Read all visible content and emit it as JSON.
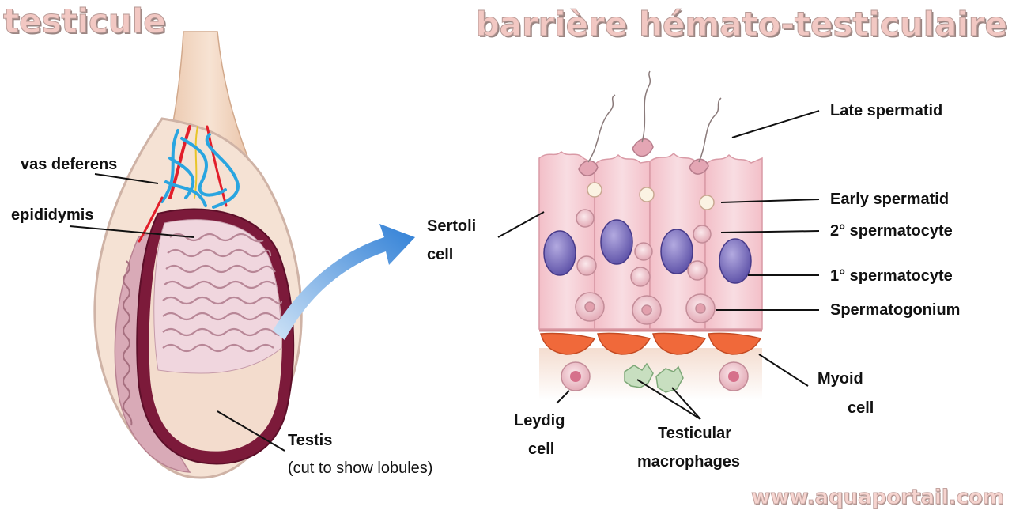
{
  "header": {
    "left_title": "testicule",
    "right_title": "barrière hémato-testiculaire"
  },
  "watermark": "www.aquaportail.com",
  "testis_labels": {
    "vas_deferens": "vas deferens",
    "epididymis": "epididymis",
    "testis": "Testis",
    "testis_note": "(cut to show lobules)"
  },
  "tissue_labels": {
    "late_spermatid": "Late spermatid",
    "sertoli_line1": "Sertoli",
    "sertoli_line2": "cell",
    "early_spermatid": "Early spermatid",
    "secondary_spermatocyte": "2° spermatocyte",
    "primary_spermatocyte": "1° spermatocyte",
    "spermatogonium": "Spermatogonium",
    "myoid_line1": "Myoid",
    "myoid_line2": "cell",
    "leydig_line1": "Leydig",
    "leydig_line2": "cell",
    "macrophage_line1": "Testicular",
    "macrophage_line2": "macrophages"
  },
  "colors": {
    "skin": "#f3d9c5",
    "tunica": "#7c1a3a",
    "lobule": "#f5e0e6",
    "tubule": "#c99aa9",
    "vessel_blue": "#2aa5e0",
    "vessel_red": "#e21e2a",
    "sertoli": "#f6cfd6",
    "nucleus": "#7b6fc0",
    "myoid": "#f0693a",
    "arrow": "#2f7fd6",
    "macrophage": "#c8dfc0"
  }
}
